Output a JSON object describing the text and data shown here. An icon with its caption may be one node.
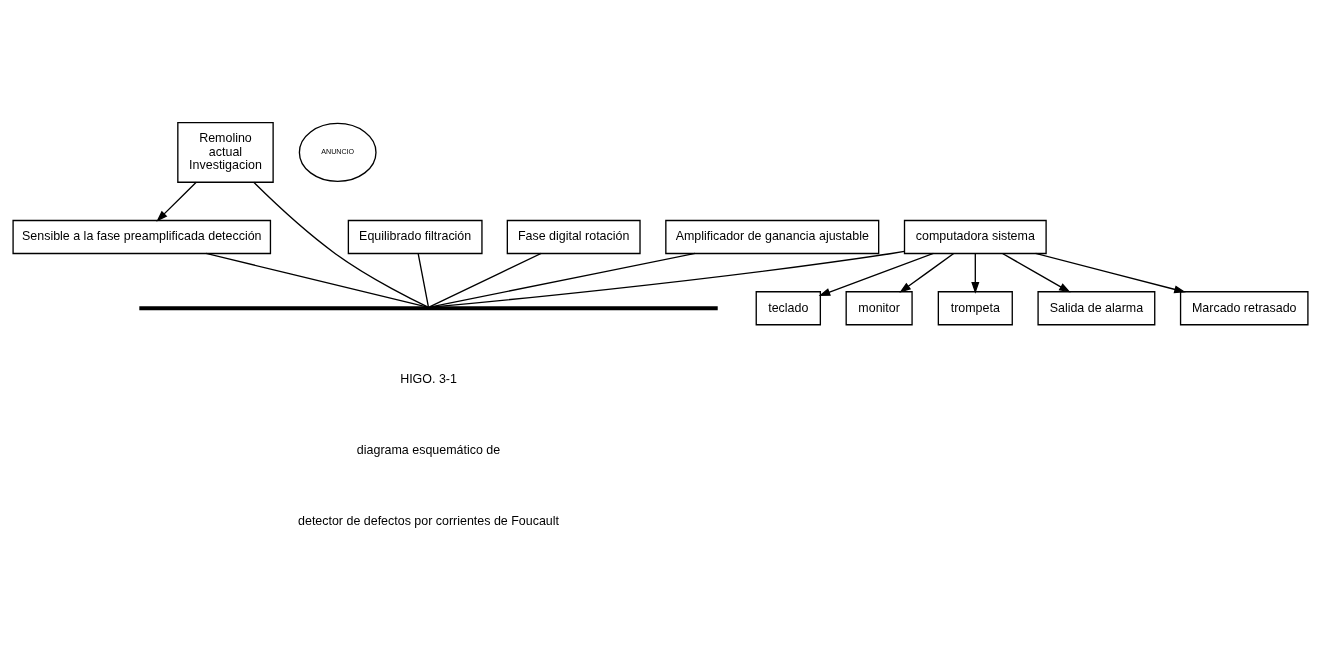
{
  "diagram": {
    "nodes": [
      {
        "text": [
          "Remolino",
          "actual",
          "Investigacion"
        ]
      },
      {
        "text": [
          "Sensible a la fase preamplificada detección"
        ]
      },
      {
        "text": [
          "Equilibrado filtración"
        ]
      },
      {
        "text": [
          "computadora sistema"
        ]
      },
      {
        "text": [
          "teclado"
        ]
      },
      {
        "text": [
          "monitor"
        ]
      },
      {
        "text": [
          "trompeta"
        ]
      },
      {
        "text": [
          "Salida de alarma"
        ]
      },
      {
        "text": [
          "Marcado retrasado"
        ]
      },
      {
        "text": [
          "Fase digital rotación"
        ]
      },
      {
        "text": [
          "Amplificador de ganancia ajustable"
        ]
      },
      {
        "text": [
          "ANUNCIO"
        ]
      },
      {
        "text": [],
        "shape": "bar"
      }
    ],
    "edges": [
      {
        "from": 0,
        "to": 1,
        "arrow": "to"
      },
      {
        "from": 3,
        "to": 4,
        "arrow": "to"
      },
      {
        "from": 3,
        "to": 5,
        "arrow": "to"
      },
      {
        "from": 3,
        "to": 6,
        "arrow": "to"
      },
      {
        "from": 3,
        "to": 7,
        "arrow": "to"
      },
      {
        "from": 3,
        "to": 8,
        "arrow": "to"
      },
      {
        "from": 0,
        "to": 12,
        "arrow": "none"
      },
      {
        "from": 9,
        "to": 12,
        "arrow": "none"
      },
      {
        "from": 1,
        "to": 12,
        "arrow": "none"
      },
      {
        "from": 10,
        "to": 12,
        "arrow": "none"
      },
      {
        "from": 2,
        "to": 12,
        "arrow": "none"
      },
      {
        "from": 3,
        "to": 12,
        "arrow": "none"
      }
    ],
    "labels": [
      "HIGO. 3-1",
      "diagrama esquemático de",
      "detector de defectos por corrientes de Foucault"
    ]
  }
}
